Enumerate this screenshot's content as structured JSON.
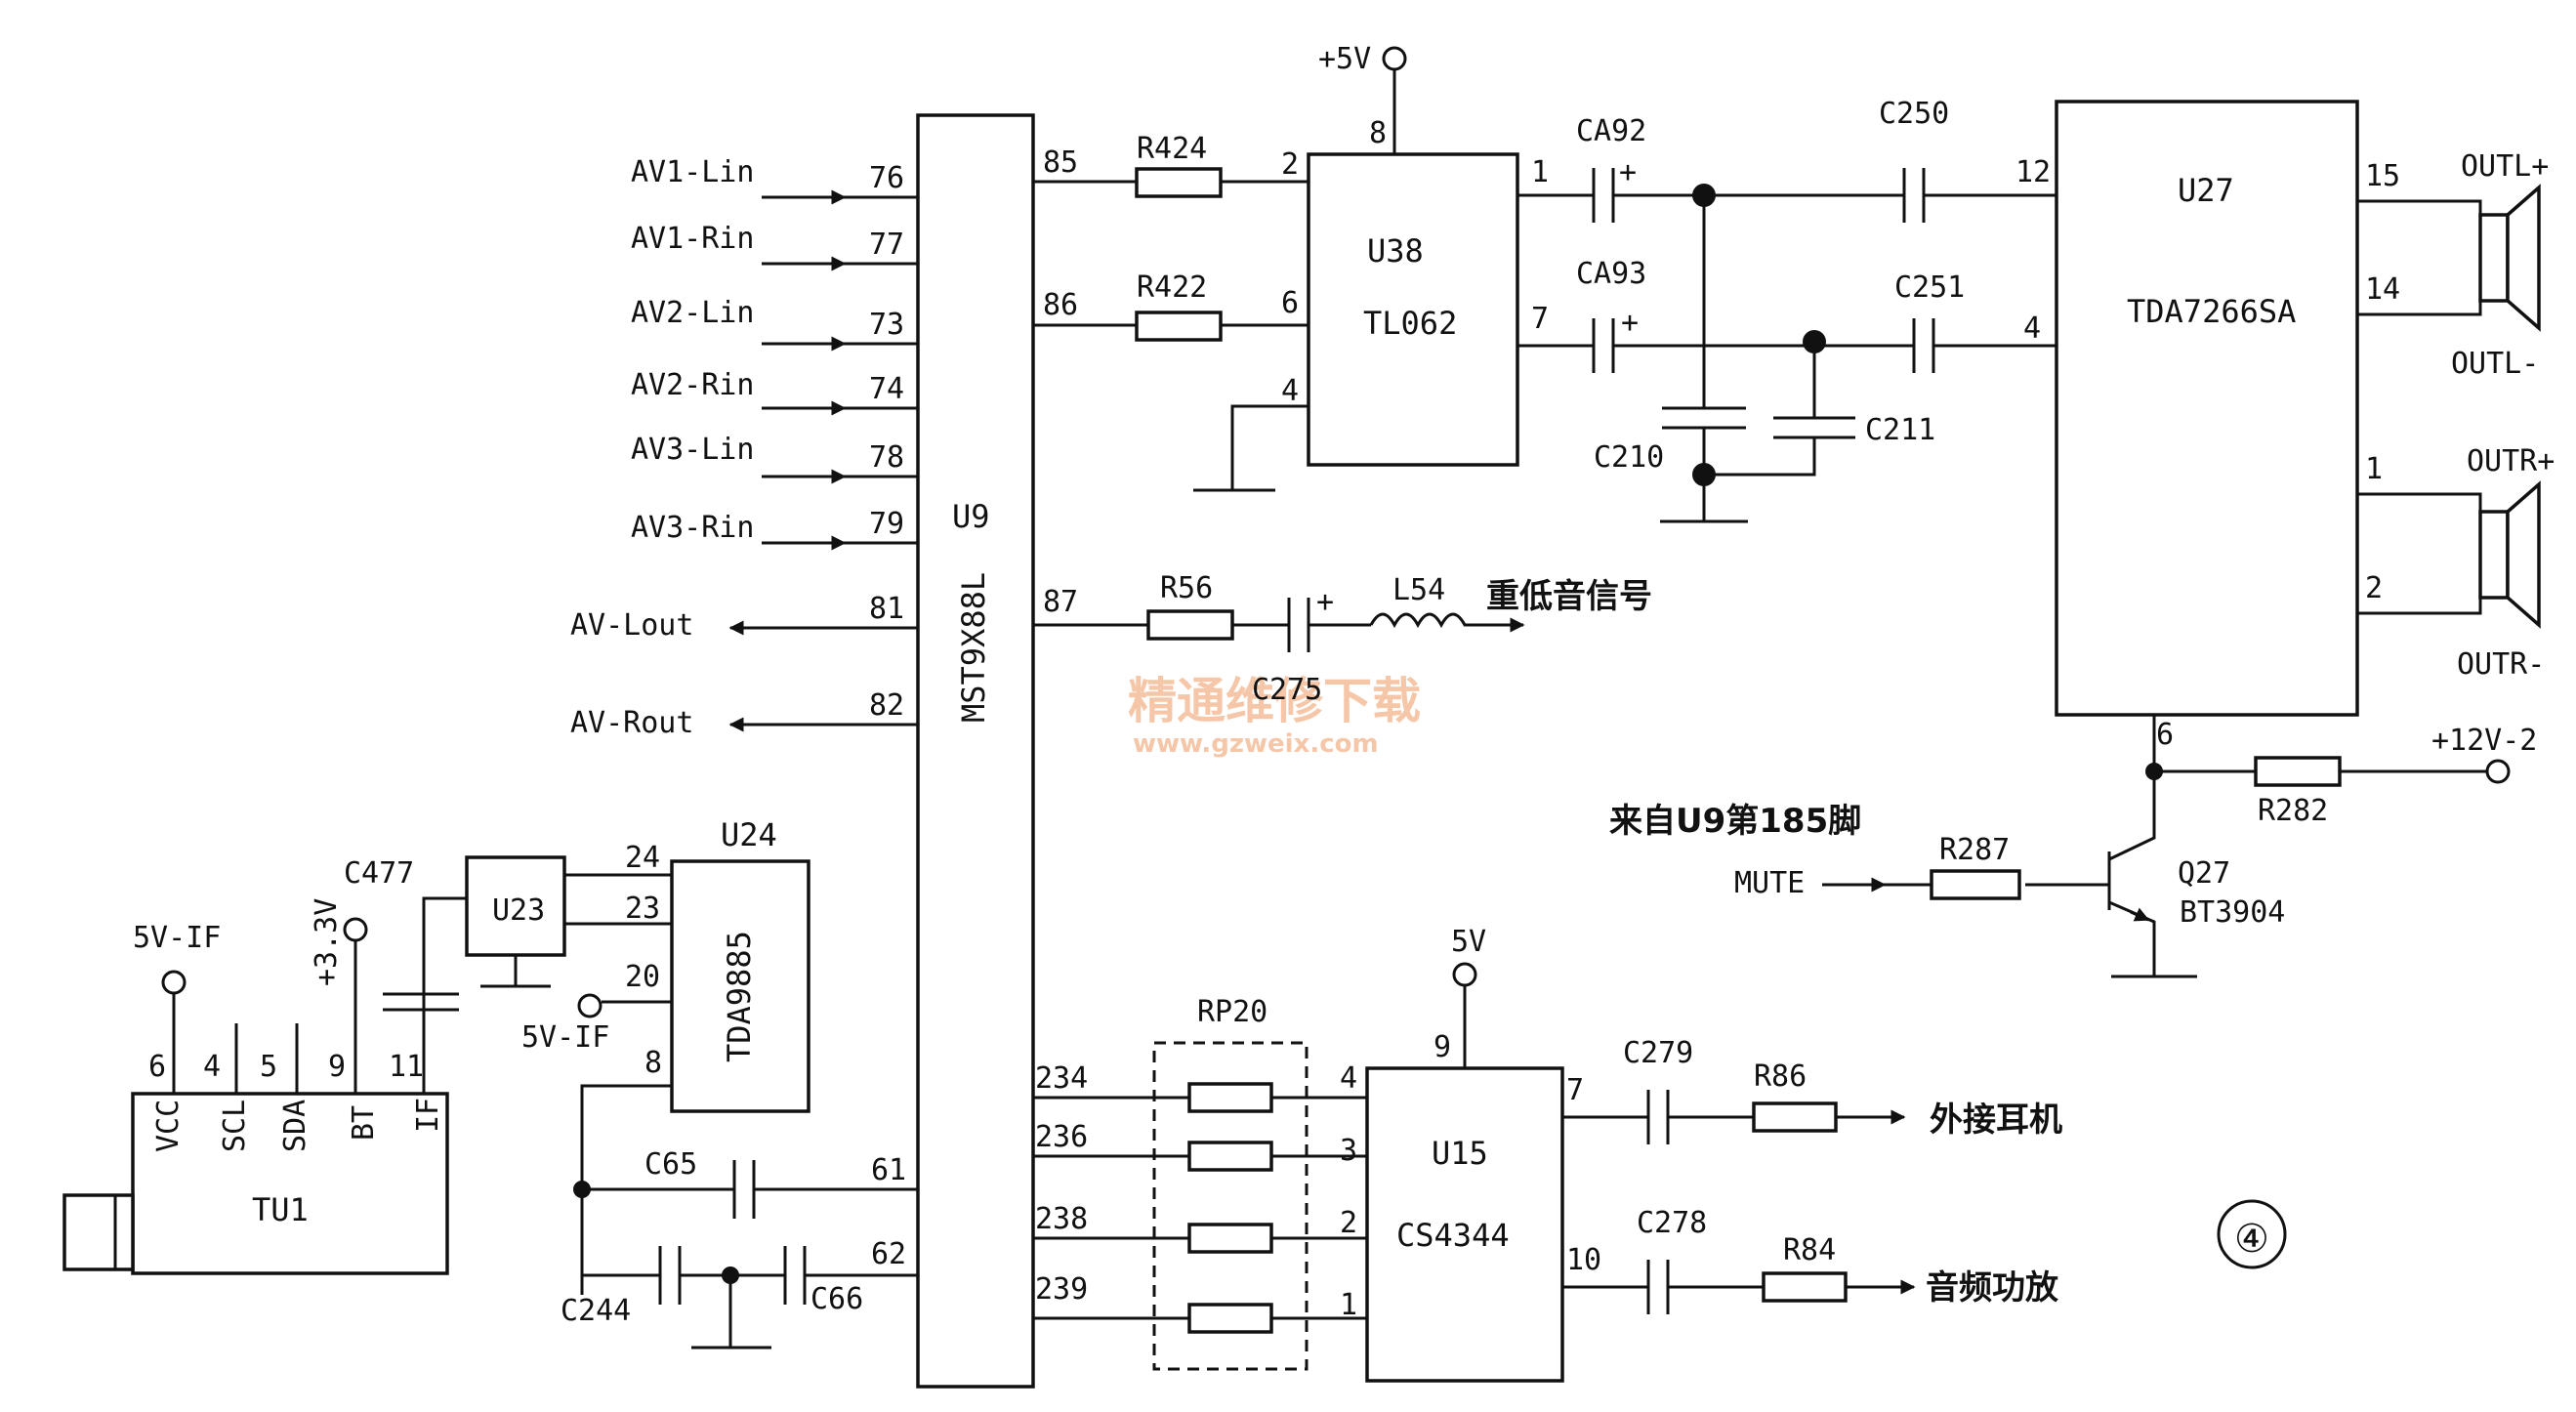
{
  "diagram": {
    "ics": {
      "u9": {
        "ref": "U9",
        "part": "MST9X88L"
      },
      "u38": {
        "ref": "U38",
        "part": "TL062"
      },
      "u27": {
        "ref": "U27",
        "part": "TDA7266SA"
      },
      "u24": {
        "ref": "U24",
        "part": "TDA9885"
      },
      "u23": {
        "ref": "U23"
      },
      "u15": {
        "ref": "U15",
        "part": "CS4344"
      },
      "tu1": {
        "ref": "TU1"
      },
      "q27": {
        "ref": "Q27",
        "part": "BT3904"
      }
    },
    "inputs": [
      {
        "label": "AV1-Lin",
        "pin": "76"
      },
      {
        "label": "AV1-Rin",
        "pin": "77"
      },
      {
        "label": "AV2-Lin",
        "pin": "73"
      },
      {
        "label": "AV2-Rin",
        "pin": "74"
      },
      {
        "label": "AV3-Lin",
        "pin": "78"
      },
      {
        "label": "AV3-Rin",
        "pin": "79"
      }
    ],
    "outputs": [
      {
        "label": "AV-Lout",
        "pin": "81"
      },
      {
        "label": "AV-Rout",
        "pin": "82"
      }
    ],
    "u9_pins": {
      "p85": "85",
      "p86": "86",
      "p87": "87",
      "p234": "234",
      "p236": "236",
      "p238": "238",
      "p239": "239",
      "p61": "61",
      "p62": "62"
    },
    "u38_pins": {
      "p8": "8",
      "p2": "2",
      "p6": "6",
      "p4": "4",
      "p1": "1",
      "p7": "7"
    },
    "u27_pins": {
      "p12": "12",
      "p4": "4",
      "p15": "15",
      "p14": "14",
      "p1": "1",
      "p2": "2",
      "p6": "6"
    },
    "u24_pins": {
      "p24": "24",
      "p23": "23",
      "p20": "20",
      "p8": "8"
    },
    "u15_pins": {
      "p9": "9",
      "p4": "4",
      "p3": "3",
      "p2": "2",
      "p1": "1",
      "p7": "7",
      "p10": "10"
    },
    "tu1_pins": [
      {
        "num": "6",
        "name": "VCC"
      },
      {
        "num": "4",
        "name": "SCL"
      },
      {
        "num": "5",
        "name": "SDA"
      },
      {
        "num": "9",
        "name": "BT"
      },
      {
        "num": "11",
        "name": "IF"
      }
    ],
    "resistors": {
      "r424": "R424",
      "r422": "R422",
      "r56": "R56",
      "r287": "R287",
      "r282": "R282",
      "r86": "R86",
      "r84": "R84",
      "rp20": "RP20"
    },
    "capacitors": {
      "ca92": "CA92",
      "ca93": "CA93",
      "c250": "C250",
      "c251": "C251",
      "c210": "C210",
      "c211": "C211",
      "c275": "C275",
      "c477": "C477",
      "c65": "C65",
      "c66": "C66",
      "c244": "C244",
      "c279": "C279",
      "c278": "C278"
    },
    "inductors": {
      "l54": "L54"
    },
    "rails": {
      "p5v_top": "+5V",
      "p5v_u15": "5V",
      "p12v": "+12V-2",
      "p33v": "+3.3V",
      "p5v_if_tu1": "5V-IF",
      "p5v_if_u24": "5V-IF"
    },
    "speaker_labels": {
      "outl_p": "OUTL+",
      "outl_m": "OUTL-",
      "outr_p": "OUTR+",
      "outr_m": "OUTR-"
    },
    "signals": {
      "subwoofer": "重低音信号",
      "mute": "MUTE",
      "mute_from": "来自U9第185脚",
      "headphone": "外接耳机",
      "amp": "音频功放",
      "plus1": "+",
      "plus2": "+",
      "plus3": "+"
    },
    "figure_number": "④",
    "watermark": {
      "line1": "精通维修下载",
      "line2": "www.gzweix.com"
    }
  }
}
